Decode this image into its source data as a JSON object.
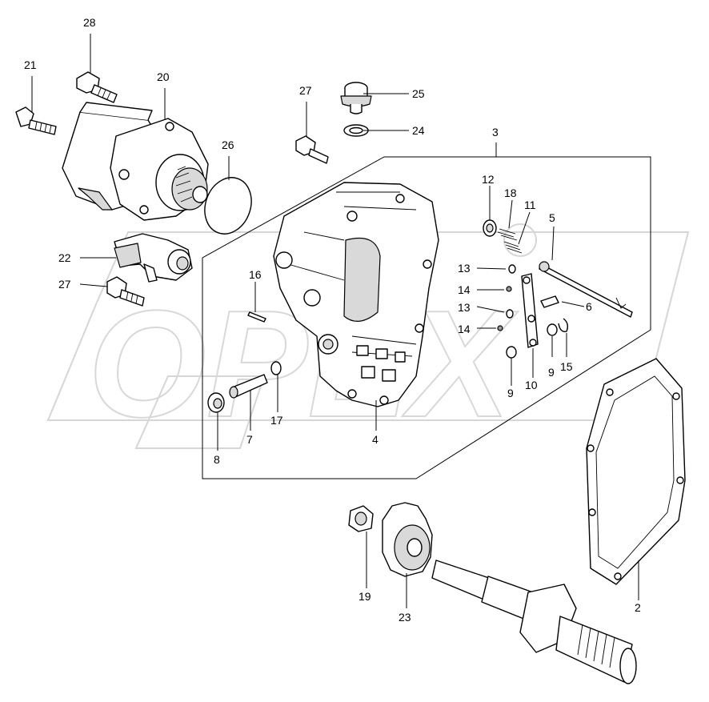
{
  "callouts": {
    "c2": "2",
    "c3": "3",
    "c4": "4",
    "c5": "5",
    "c6": "6",
    "c7": "7",
    "c8": "8",
    "c9a": "9",
    "c9b": "9",
    "c10": "10",
    "c11": "11",
    "c12": "12",
    "c13a": "13",
    "c13b": "13",
    "c14a": "14",
    "c14b": "14",
    "c15": "15",
    "c16": "16",
    "c17": "17",
    "c18": "18",
    "c19": "19",
    "c20": "20",
    "c21": "21",
    "c22": "22",
    "c23": "23",
    "c24": "24",
    "c25": "25",
    "c26": "26",
    "c27a": "27",
    "c27b": "27",
    "c28": "28"
  },
  "watermark": "OPEX"
}
